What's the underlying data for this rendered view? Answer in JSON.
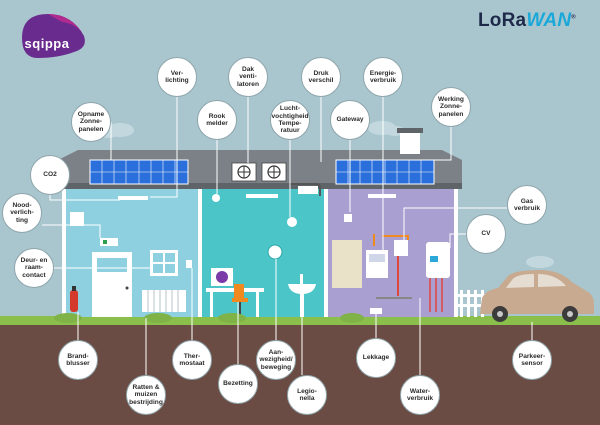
{
  "brand": {
    "left_logo_text": "sqippa",
    "lorawan_text_lo": "LoRa",
    "lorawan_text_wan": "WAN",
    "lorawan_reg": "®"
  },
  "colors": {
    "background": "#a9c6cf",
    "soil": "#6b4c45",
    "grass": "#8bbf4c",
    "roof": "#7b8186",
    "room_left": "#8fd0e0",
    "room_middle": "#4cc5c9",
    "room_right": "#a99fd0",
    "solar": "#2a6fdb",
    "car": "#c8aa90",
    "logo_purple": "#6a2b8f",
    "logo_magenta": "#b12a8f",
    "leader_line": "#ffffff"
  },
  "labels": {
    "verlichting": "Ver-\nlichting",
    "dak_ventilatoren": "Dak\nventi-\nlatoren",
    "drukverschil": "Druk\nverschil",
    "energieverbruik": "Energie-\nverbruik",
    "opname_zonnepanelen": "Opname\nZonne-\npanelen",
    "rookmelder": "Rook\nmelder",
    "luchtvochtigheid": "Lucht-\nvochtigheid\nTempe-\nratuur",
    "gateway": "Gateway",
    "werking_zonnepanelen": "Werking\nZonne-\npanelen",
    "co2": "CO2",
    "noodverlichting": "Nood-\nverlich-\nting",
    "gasverbruik": "Gas\nverbruik",
    "cv": "CV",
    "deur_raamcontact": "Deur- en\nraam-\ncontact",
    "brandblusser": "Brand-\nblusser",
    "ratten_muizen": "Ratten &\nmuizen\nbestrijding",
    "thermostaat": "Ther-\nmostaat",
    "bezetting": "Bezetting",
    "aanwezigheid": "Aan-\nwezigheid/\nbeweging",
    "legionella": "Legio-\nnella",
    "lekkage": "Lekkage",
    "waterverbruik": "Water-\nverbruik",
    "parkeersensor": "Parkeer-\nsensor"
  }
}
